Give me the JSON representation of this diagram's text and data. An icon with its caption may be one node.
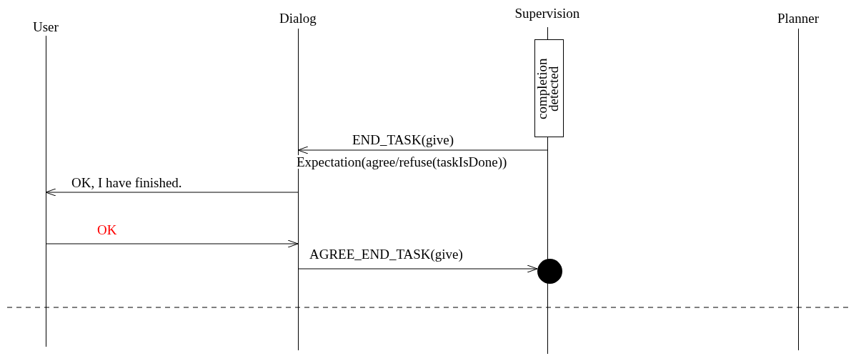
{
  "diagram": {
    "nodes": [
      {
        "text": [
          "User"
        ]
      },
      {
        "text": [
          "Dialog"
        ]
      },
      {
        "text": [
          "Supervision"
        ]
      },
      {
        "text": [
          "Planner"
        ]
      },
      {
        "text": [
          "completion detected"
        ]
      },
      {
        "text": [],
        "shape": "circle"
      }
    ],
    "edges": [
      {
        "from": 2,
        "to": 1,
        "arrow": "to",
        "label": "END_TASK(give)"
      },
      {
        "from": 1,
        "to": 0,
        "arrow": "to",
        "label": "OK, I have finished."
      },
      {
        "from": 0,
        "to": 1,
        "arrow": "to",
        "label": "OK"
      },
      {
        "from": 1,
        "to": 5,
        "arrow": "to",
        "label": "AGREE_END_TASK(give)"
      }
    ],
    "labels": [
      "Expectation(agree/refuse(taskIsDone))"
    ]
  }
}
